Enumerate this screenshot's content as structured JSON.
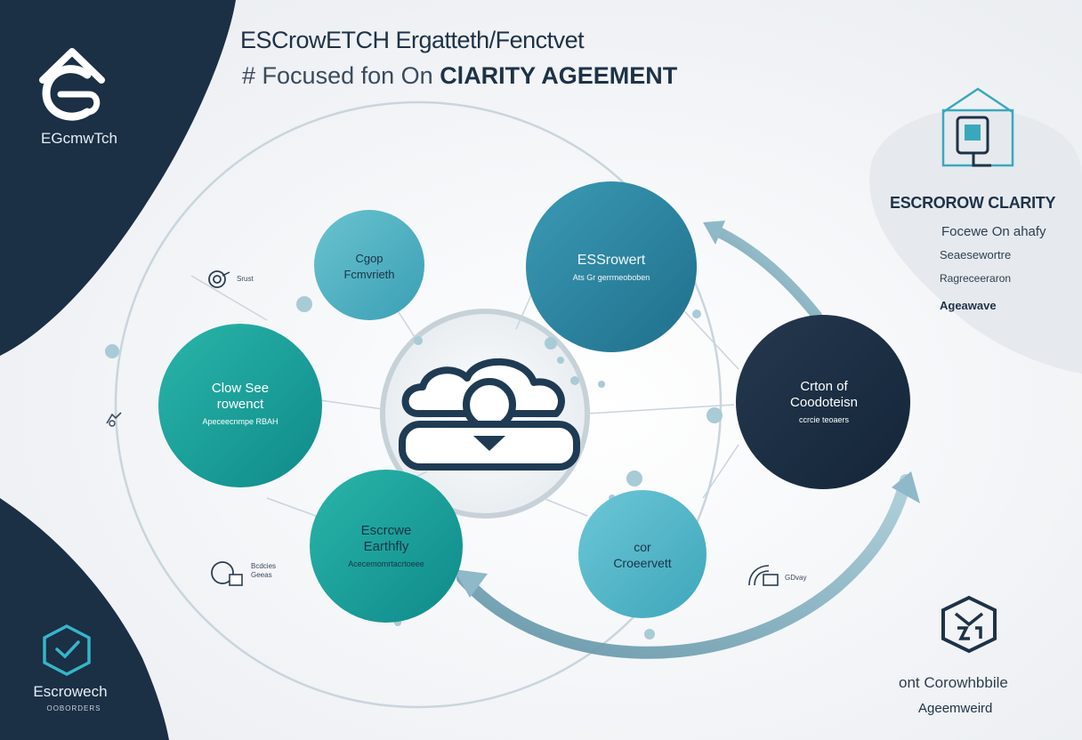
{
  "header": {
    "title": "ESCrowETCH Ergatteth/Fenctvet",
    "subtitle_hash": "#",
    "subtitle_thin": "Focused fon On",
    "subtitle_bold": "ClARITY AGEEMENT"
  },
  "left_panel": {
    "top_logo_text": "EGcmwTch",
    "bottom_logo_text": "Escrowech",
    "bottom_logo_sub": "OOBORDERS"
  },
  "nodes": [
    {
      "title": "Cgop\nFcmvrieth",
      "sub": ""
    },
    {
      "title": "ESSrowert",
      "sub": "Ats Gr gerrmeoboben"
    },
    {
      "title": "Clow See\nrowenct",
      "sub": "Apeceecnmpe RBAH"
    },
    {
      "title": "Crton of\nCoodoteisn",
      "sub": "ccrcie teoaers"
    },
    {
      "title": "Escrcwe\nEarthfly",
      "sub": "Acecemomrtacrtoeee"
    },
    {
      "title": "cor\nCroeervett",
      "sub": ""
    }
  ],
  "side_labels": {
    "left_top": "Srust",
    "left_bottom": "Bcdcies\nGeeas",
    "right_bottom": "GDvay"
  },
  "right_panel": {
    "title": "ESCROROW CLARITY",
    "line1": "Focewe On ahafy",
    "line2": "Seaesewortre",
    "line3": "Ragreceeraron",
    "line4": "Ageawave"
  },
  "bottom_right": {
    "line1": "ont Corowhbbile",
    "line2": "Ageemweird"
  },
  "colors": {
    "navy": "#1b2f45",
    "teal": "#1aa39a",
    "teal_light": "#4fb6c6",
    "ocean": "#2e8aa3",
    "ring": "#b9c8d2"
  },
  "icons": [
    "house-logo-icon",
    "cube-logo-icon",
    "cloud-icon",
    "document-icon",
    "shield-icon",
    "wifi-icon"
  ]
}
